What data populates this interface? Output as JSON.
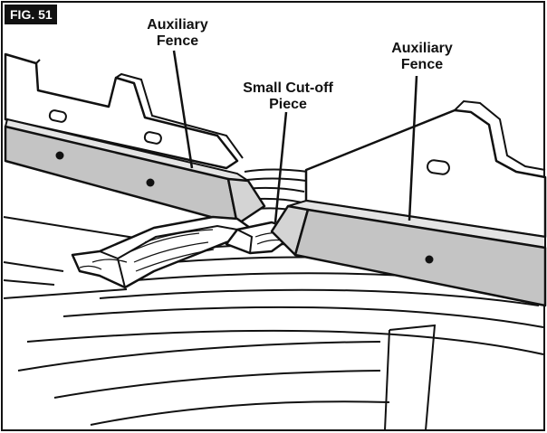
{
  "figure": {
    "tag": "FIG. 51",
    "labels": {
      "left_fence": [
        "Auxiliary",
        "Fence"
      ],
      "cutoff_piece": [
        "Small Cut-off",
        "Piece"
      ],
      "right_fence": [
        "Auxiliary",
        "Fence"
      ]
    }
  },
  "colors": {
    "fence_fill": "#c4c4c4",
    "fence_top": "#e4e4e4",
    "ink": "#111111",
    "background": "#ffffff"
  }
}
